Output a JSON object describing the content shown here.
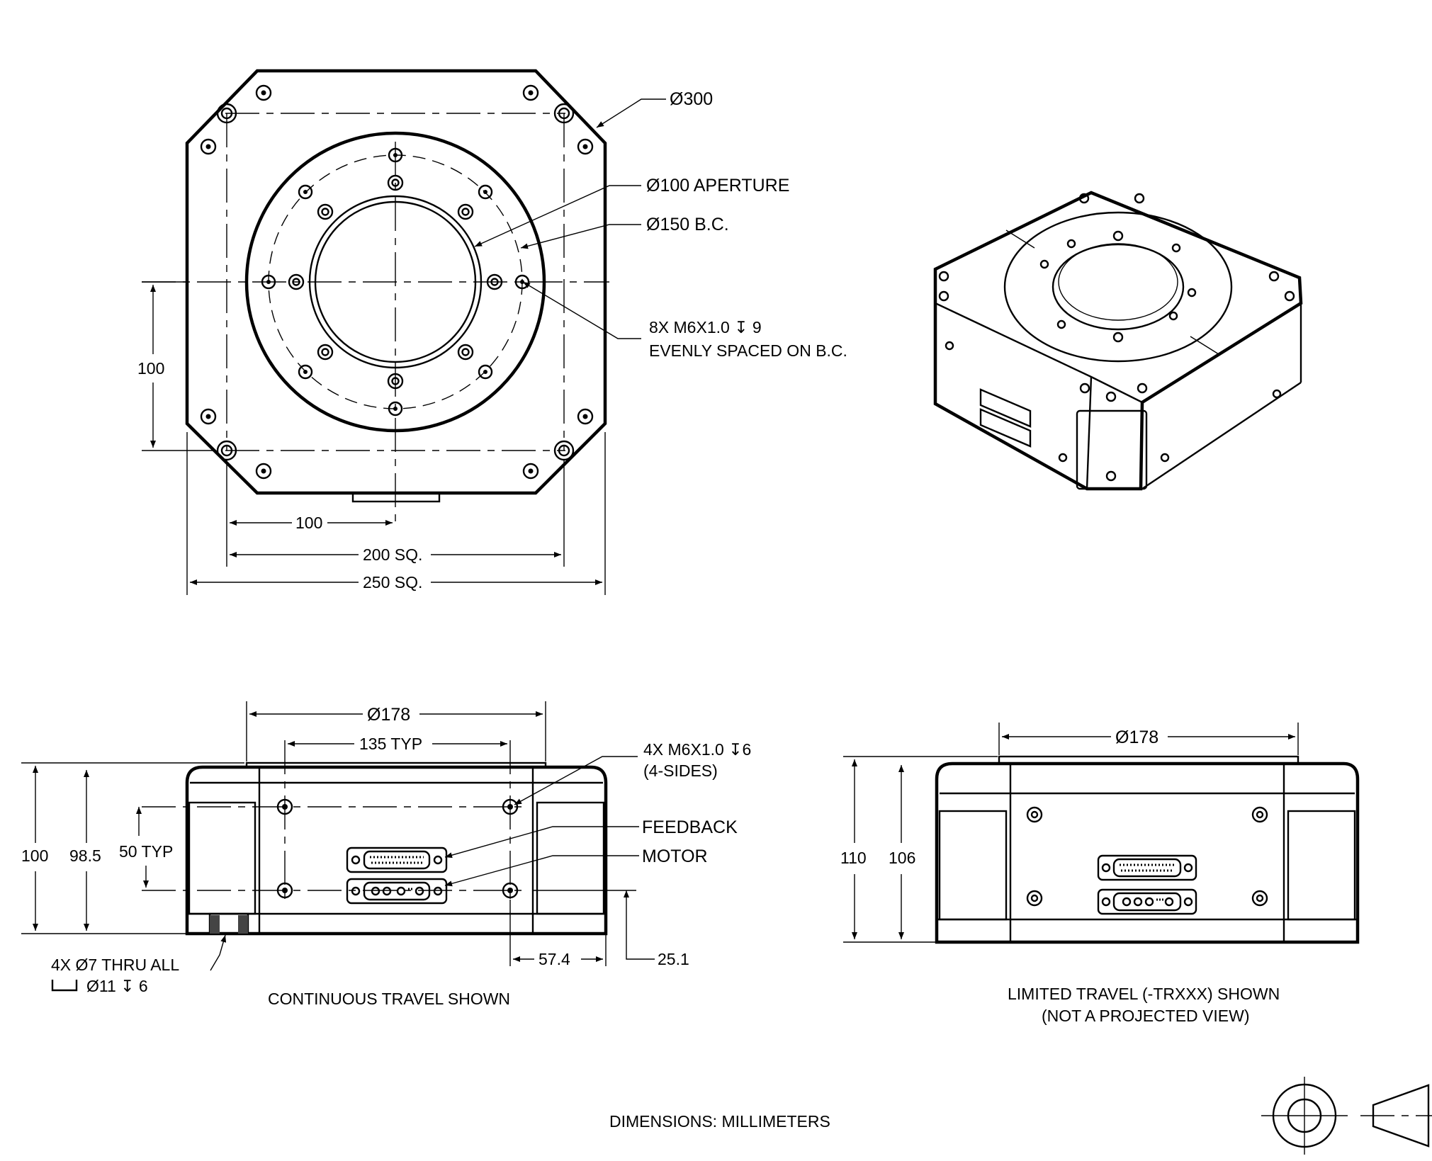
{
  "top_view": {
    "dia_300": "300",
    "aperture": "100 APERTURE",
    "bolt_circle": "150 B.C.",
    "thread_spec_line1": "8X M6X1.0",
    "thread_spec_depth": "9",
    "thread_spec_line2": "EVENLY SPACED ON B.C.",
    "dim_vertical_100": "100",
    "dim_horizontal_100": "100",
    "dim_200": "200 SQ.",
    "dim_250": "250 SQ."
  },
  "front_view": {
    "dia_178": "178",
    "dim_135": "135 TYP",
    "side_thread_line1": "4X M6X1.0",
    "side_thread_depth": "6",
    "side_thread_line2": "(4-SIDES)",
    "feedback": "FEEDBACK",
    "motor": "MOTOR",
    "dim_100": "100",
    "dim_98_5": "98.5",
    "dim_50": "50 TYP",
    "dim_57_4": "57.4",
    "dim_25_1": "25.1",
    "hole_line1_prefix": "4X",
    "hole_line1_rest": "7 THRU ALL",
    "hole_line2_dia": "11",
    "hole_line2_depth": "6",
    "caption": "CONTINUOUS TRAVEL SHOWN"
  },
  "side_view": {
    "dia_178": "178",
    "dim_110": "110",
    "dim_106": "106",
    "caption_line1": "LIMITED TRAVEL (-TRXXX) SHOWN",
    "caption_line2": "(NOT A PROJECTED VIEW)"
  },
  "footer": {
    "units": "DIMENSIONS:  MILLIMETERS"
  },
  "symbols": {
    "diameter": "Ø",
    "depth": "↧"
  }
}
